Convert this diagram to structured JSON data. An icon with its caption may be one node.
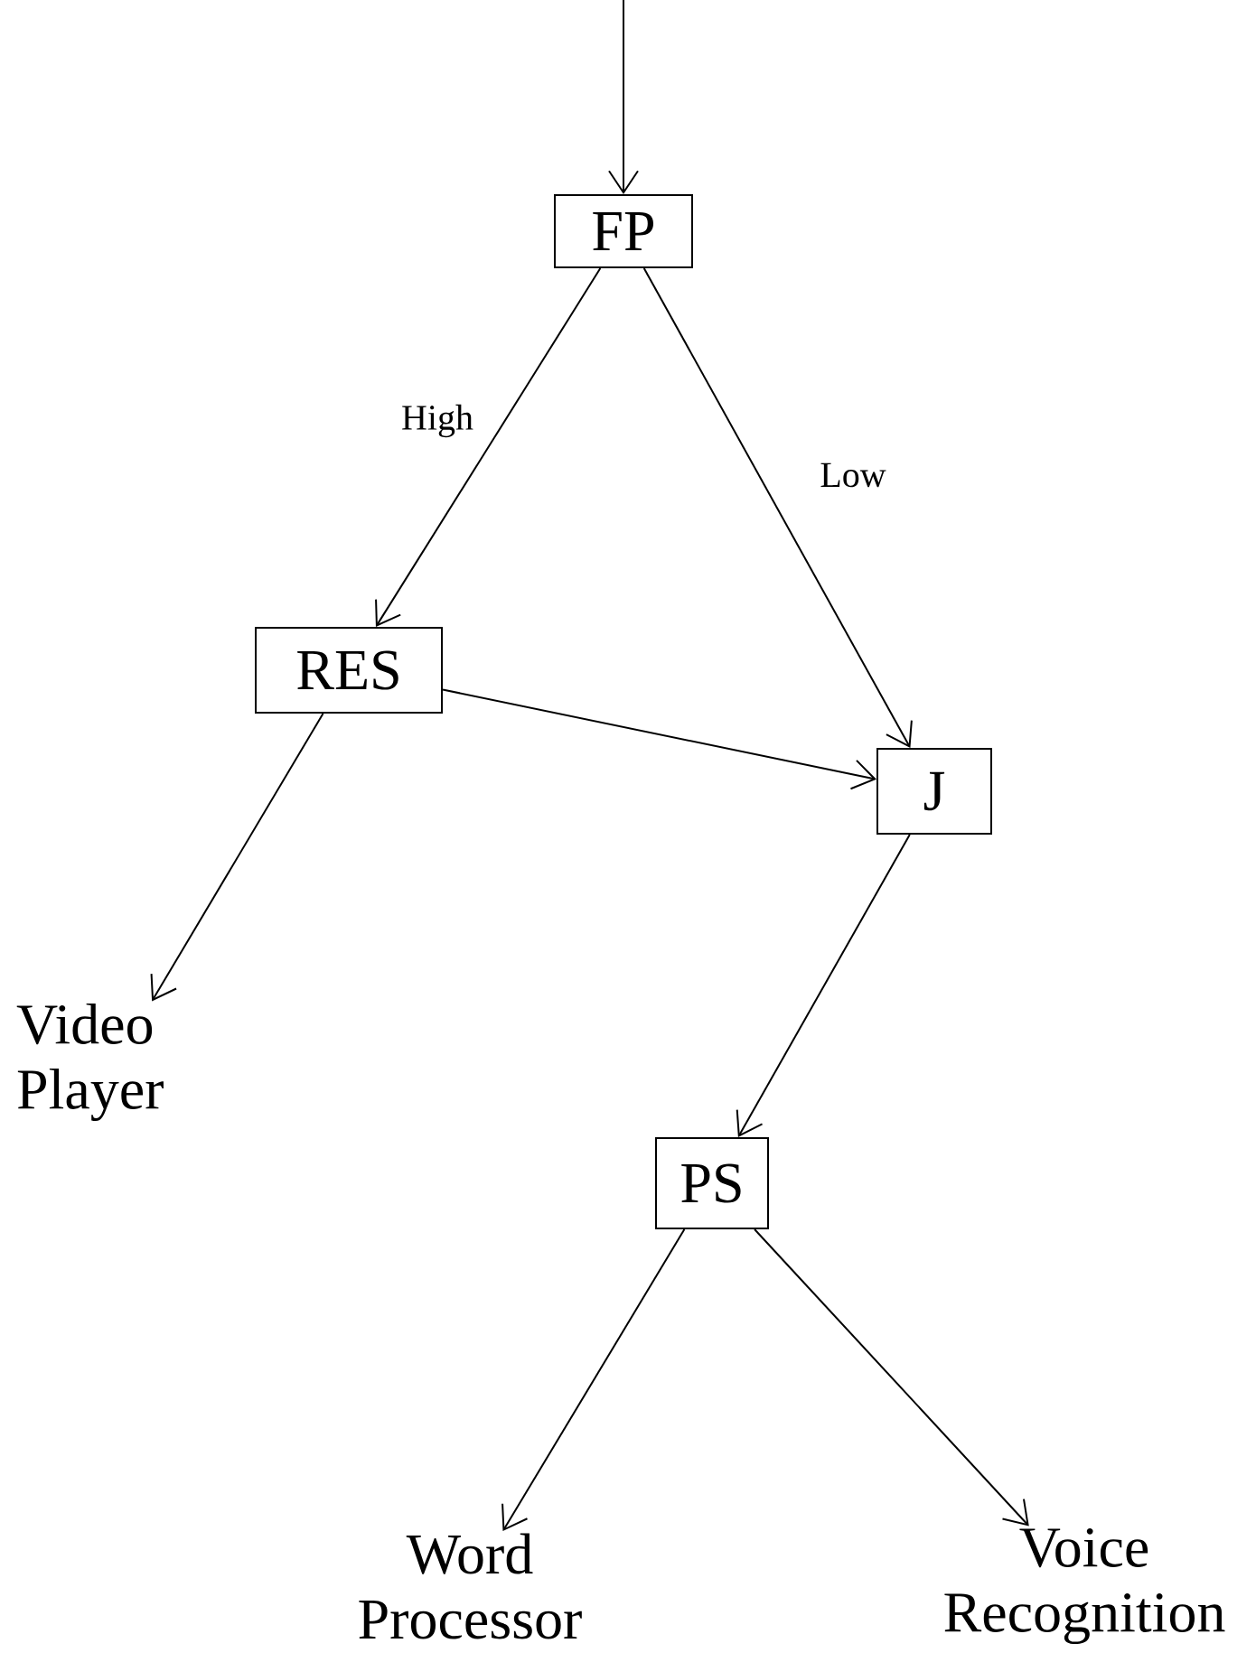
{
  "diagram": {
    "nodes": [
      {
        "text": [
          "FP"
        ]
      },
      {
        "text": [
          "RES"
        ]
      },
      {
        "text": [
          "J"
        ]
      },
      {
        "text": [
          "Video Player"
        ]
      },
      {
        "text": [
          "PS"
        ]
      },
      {
        "text": [
          "Word Processor"
        ]
      },
      {
        "text": [
          "Voice Recognition"
        ]
      }
    ],
    "edges": [
      {
        "from": null,
        "to": 0,
        "arrow": "to"
      },
      {
        "from": 0,
        "to": 1,
        "arrow": "to",
        "label": "High"
      },
      {
        "from": 0,
        "to": 2,
        "arrow": "to",
        "label": "Low"
      },
      {
        "from": 1,
        "to": 2,
        "arrow": "to"
      },
      {
        "from": 1,
        "to": 3,
        "arrow": "to"
      },
      {
        "from": 2,
        "to": 4,
        "arrow": "to"
      },
      {
        "from": 4,
        "to": 5,
        "arrow": "to"
      },
      {
        "from": 4,
        "to": 6,
        "arrow": "to"
      }
    ]
  }
}
